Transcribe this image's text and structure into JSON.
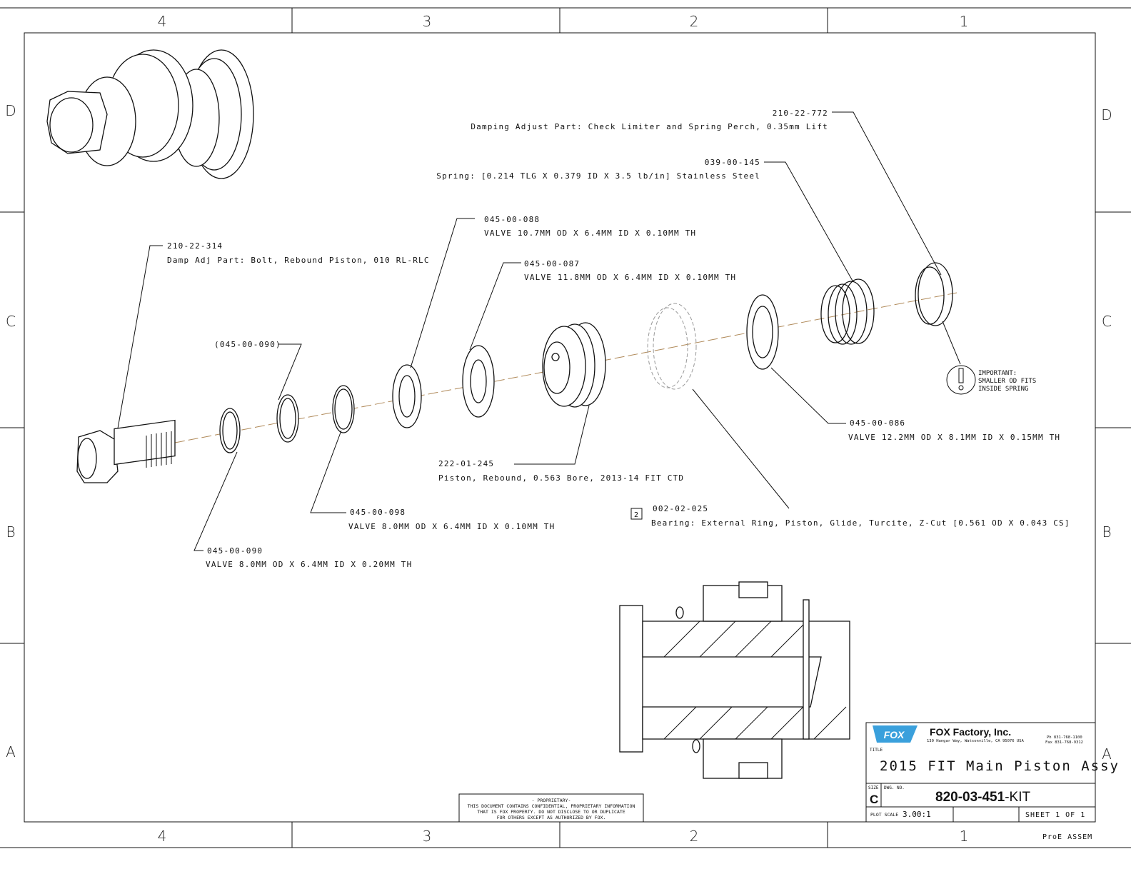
{
  "zones": {
    "columns": [
      "4",
      "3",
      "2",
      "1"
    ],
    "rows": [
      "D",
      "C",
      "B",
      "A"
    ]
  },
  "callouts": [
    {
      "part": "210-22-772",
      "desc": "Damping Adjust Part:  Check Limiter and Spring Perch, 0.35mm Lift"
    },
    {
      "part": "039-00-145",
      "desc": "Spring: [0.214 TLG X 0.379 ID X 3.5 lb/in] Stainless Steel"
    },
    {
      "part": "045-00-088",
      "desc": "VALVE 10.7MM OD X 6.4MM ID X 0.10MM TH"
    },
    {
      "part": "045-00-087",
      "desc": "VALVE 11.8MM OD X 6.4MM ID X 0.10MM TH"
    },
    {
      "part": "210-22-314",
      "desc": "Damp Adj Part: Bolt, Rebound Piston, 010 RL-RLC"
    },
    {
      "part": "(045-00-090)",
      "desc": ""
    },
    {
      "part": "222-01-245",
      "desc": "Piston, Rebound, 0.563 Bore, 2013-14 FIT CTD"
    },
    {
      "part": "045-00-086",
      "desc": "VALVE 12.2MM OD X 8.1MM ID X 0.15MM TH"
    },
    {
      "part": "002-02-025",
      "desc": "Bearing: External Ring, Piston, Glide, Turcite, Z-Cut [0.561 OD X 0.043 CS]",
      "note_box": "2"
    },
    {
      "part": "045-00-098",
      "desc": "VALVE 8.0MM OD X 6.4MM ID X 0.10MM TH"
    },
    {
      "part": "045-00-090",
      "desc": "VALVE 8.0MM OD X 6.4MM ID X 0.20MM TH"
    }
  ],
  "important_note": [
    "IMPORTANT:",
    "SMALLER OD FITS",
    "INSIDE SPRING"
  ],
  "proprietary": [
    "- PROPRIETARY-",
    "THIS DOCUMENT CONTAINS CONFIDENTIAL, PROPRIETARY INFORMATION",
    "THAT IS FOX PROPERTY.  DO NOT DISCLOSE TO OR DUPLICATE",
    "FOR OTHERS EXCEPT AS AUTHORIZED BY FOX."
  ],
  "title_block": {
    "logo_text": "FOX",
    "company": "FOX Factory, Inc.",
    "address": "130 Hangar Way, Watsonville, CA 95076 USA",
    "phone": "Ph 831-768-1100",
    "fax": "Fax 831-768-9312",
    "title_label": "TITLE",
    "title": "2015 FIT Main Piston Assy",
    "size_label": "SIZE",
    "size": "C",
    "dwg_label": "DWG. NO.",
    "dwg_no": "820-03-451",
    "dwg_suffix": "-KIT",
    "plot_scale_label": "PLOT SCALE",
    "plot_scale": "3.00:1",
    "sheet": "SHEET 1 OF 1",
    "footer": "ProE ASSEM"
  },
  "colors": {
    "axis": "#b08a5a",
    "logo": "#3aa0dc"
  }
}
